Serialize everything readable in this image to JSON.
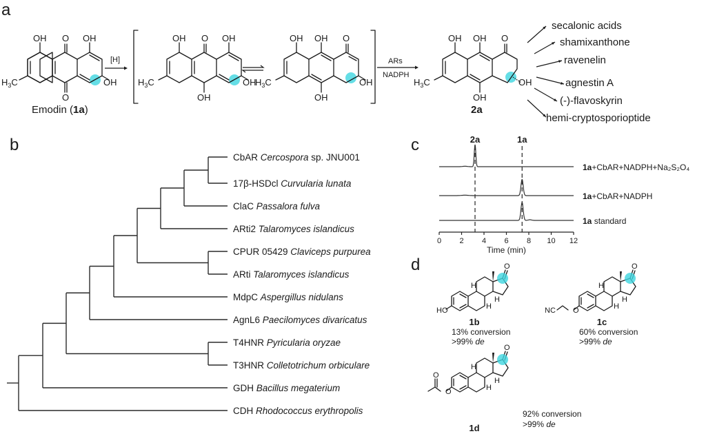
{
  "panels": {
    "a": {
      "letter": "a",
      "emodin_label_prefix": "Emodin (",
      "emodin_label_bold": "1a",
      "emodin_label_suffix": ")",
      "reductant_label": "[H]",
      "enzyme_label": "ARs",
      "cofactor_label": "NADPH",
      "product_label": "2a",
      "atoms": {
        "OH": "OH",
        "O": "O",
        "H3C_H": "H",
        "H3C_3": "3",
        "H3C_C": "C"
      },
      "downstream_products": [
        "secalonic acids",
        "shamixanthone",
        "ravenelin",
        "agnestin A",
        "(-)-flavoskyrin",
        "hemi-cryptosporioptide"
      ]
    },
    "b": {
      "letter": "b",
      "highlight_color": "#e0202a",
      "leaves": [
        {
          "enzyme": "CbAR",
          "species": "Cercospora",
          "suffix": " sp. JNU001",
          "highlight": true
        },
        {
          "enzyme": "17β-HSDcl",
          "species": "Curvularia lunata",
          "suffix": "",
          "highlight": false
        },
        {
          "enzyme": "ClaC",
          "species": "Passalora fulva",
          "suffix": "",
          "highlight": false
        },
        {
          "enzyme": "ARti2",
          "species": "Talaromyces islandicus",
          "suffix": "",
          "highlight": false
        },
        {
          "enzyme": "CPUR 05429",
          "species": "Claviceps purpurea",
          "suffix": "",
          "highlight": false
        },
        {
          "enzyme": "ARti",
          "species": "Talaromyces islandicus",
          "suffix": "",
          "highlight": false
        },
        {
          "enzyme": "MdpC",
          "species": "Aspergillus nidulans",
          "suffix": "",
          "highlight": false
        },
        {
          "enzyme": "AgnL6",
          "species": "Paecilomyces divaricatus",
          "suffix": "",
          "highlight": false
        },
        {
          "enzyme": "T4HNR",
          "species": "Pyricularia oryzae",
          "suffix": "",
          "highlight": false
        },
        {
          "enzyme": "T3HNR",
          "species": "Colletotrichum orbiculare",
          "suffix": "",
          "highlight": false
        },
        {
          "enzyme": "GDH",
          "species": "Bacillus megaterium",
          "suffix": "",
          "highlight": false
        },
        {
          "enzyme": "CDH",
          "species": "Rhodococcus erythropolis",
          "suffix": "",
          "highlight": false
        }
      ],
      "topology": "(((((((((CbAR,17b-HSDcl),ClaC),ARti2),(CPUR05429,ARti)),MdpC),AgnL6),(T4HNR,T3HNR)),GDH),CDH)"
    },
    "c": {
      "letter": "c",
      "peak_labels": [
        {
          "bold": "2a",
          "time": 3.2
        },
        {
          "bold": "1a",
          "time": 7.4
        }
      ]
    },
    "d": {
      "letter": "d",
      "compounds": [
        {
          "id": "1b",
          "conversion": "13% conversion",
          "de_prefix": ">99% ",
          "de_italic": "de",
          "substituent": "HO"
        },
        {
          "id": "1c",
          "conversion": "60% conversion",
          "de_prefix": ">99% ",
          "de_italic": "de",
          "substituent": "NC"
        },
        {
          "id": "1d",
          "conversion": "92% conversion",
          "de_prefix": ">99% ",
          "de_italic": "de",
          "substituent": "OAc"
        }
      ],
      "atoms": {
        "O": "O",
        "H": "H",
        "HO": "HO",
        "NC": "NC"
      }
    }
  },
  "chart_data": {
    "type": "line",
    "title": "",
    "xlabel": "Time (min)",
    "ylabel": "",
    "xlim": [
      0,
      12
    ],
    "xticks": [
      0,
      2,
      4,
      6,
      8,
      10,
      12
    ],
    "grid": false,
    "legend": "right of traces",
    "reference_lines": [
      {
        "label": "2a",
        "x": 3.2
      },
      {
        "label": "1a",
        "x": 7.4
      }
    ],
    "series": [
      {
        "name_bold": "1a",
        "name_rest": "+CbAR+NADPH+Na₂S₂O₄",
        "peaks": [
          {
            "x": 3.2,
            "height": 1.0,
            "width": 0.07
          },
          {
            "x": 2.3,
            "height": 0.02,
            "width": 0.2
          }
        ],
        "color": "#444444"
      },
      {
        "name_bold": "1a",
        "name_rest": "+CbAR+NADPH",
        "peaks": [
          {
            "x": 7.4,
            "height": 0.78,
            "width": 0.1
          },
          {
            "x": 2.3,
            "height": 0.02,
            "width": 0.3
          }
        ],
        "color": "#444444"
      },
      {
        "name_bold": "1a",
        "name_rest": " standard",
        "peaks": [
          {
            "x": 7.4,
            "height": 0.82,
            "width": 0.1
          },
          {
            "x": 8.1,
            "height": 0.03,
            "width": 0.15
          }
        ],
        "color": "#222222"
      }
    ]
  }
}
